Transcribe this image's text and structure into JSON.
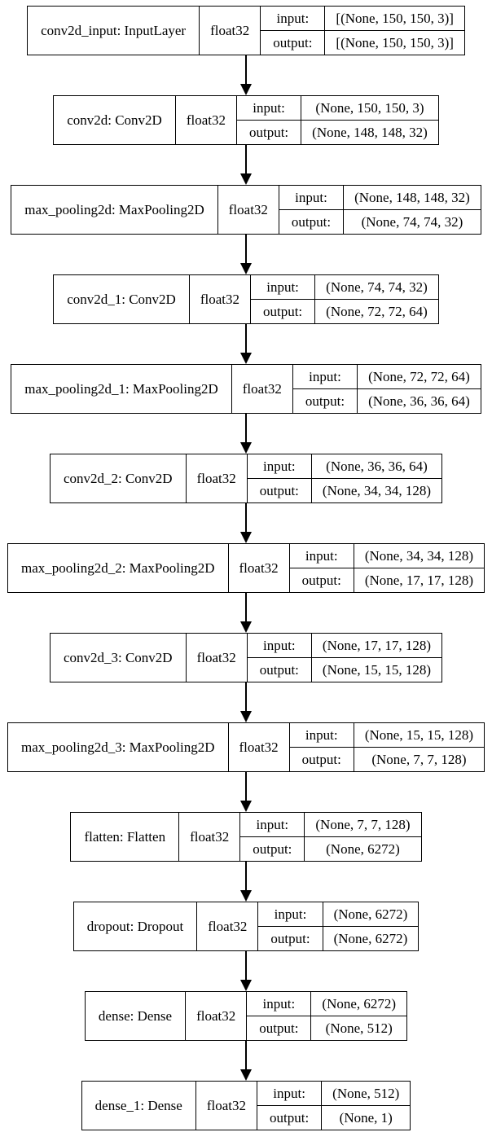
{
  "diagram": {
    "kind": "keras-model-architecture",
    "colors": {
      "background": "#ffffff",
      "border": "#000000",
      "text": "#000000",
      "edge": "#000000"
    },
    "row_labels": {
      "input": "input:",
      "output": "output:"
    },
    "layers": [
      {
        "name": "conv2d_input: InputLayer",
        "dtype": "float32",
        "input_shape": "[(None, 150, 150, 3)]",
        "output_shape": "[(None, 150, 150, 3)]"
      },
      {
        "name": "conv2d: Conv2D",
        "dtype": "float32",
        "input_shape": "(None, 150, 150, 3)",
        "output_shape": "(None, 148, 148, 32)"
      },
      {
        "name": "max_pooling2d: MaxPooling2D",
        "dtype": "float32",
        "input_shape": "(None, 148, 148, 32)",
        "output_shape": "(None, 74, 74, 32)"
      },
      {
        "name": "conv2d_1: Conv2D",
        "dtype": "float32",
        "input_shape": "(None, 74, 74, 32)",
        "output_shape": "(None, 72, 72, 64)"
      },
      {
        "name": "max_pooling2d_1: MaxPooling2D",
        "dtype": "float32",
        "input_shape": "(None, 72, 72, 64)",
        "output_shape": "(None, 36, 36, 64)"
      },
      {
        "name": "conv2d_2: Conv2D",
        "dtype": "float32",
        "input_shape": "(None, 36, 36, 64)",
        "output_shape": "(None, 34, 34, 128)"
      },
      {
        "name": "max_pooling2d_2: MaxPooling2D",
        "dtype": "float32",
        "input_shape": "(None, 34, 34, 128)",
        "output_shape": "(None, 17, 17, 128)"
      },
      {
        "name": "conv2d_3: Conv2D",
        "dtype": "float32",
        "input_shape": "(None, 17, 17, 128)",
        "output_shape": "(None, 15, 15, 128)"
      },
      {
        "name": "max_pooling2d_3: MaxPooling2D",
        "dtype": "float32",
        "input_shape": "(None, 15, 15, 128)",
        "output_shape": "(None, 7, 7, 128)"
      },
      {
        "name": "flatten: Flatten",
        "dtype": "float32",
        "input_shape": "(None, 7, 7, 128)",
        "output_shape": "(None, 6272)"
      },
      {
        "name": "dropout: Dropout",
        "dtype": "float32",
        "input_shape": "(None, 6272)",
        "output_shape": "(None, 6272)"
      },
      {
        "name": "dense: Dense",
        "dtype": "float32",
        "input_shape": "(None, 6272)",
        "output_shape": "(None, 512)"
      },
      {
        "name": "dense_1: Dense",
        "dtype": "float32",
        "input_shape": "(None, 512)",
        "output_shape": "(None, 1)"
      }
    ]
  }
}
